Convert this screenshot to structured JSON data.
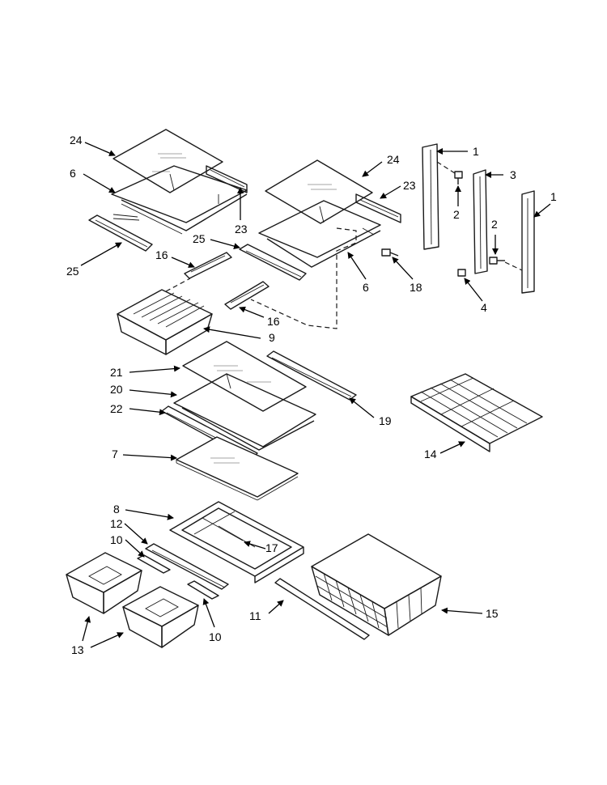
{
  "callouts": {
    "c24a": "24",
    "c6a": "6",
    "c23a": "23",
    "c25a": "25",
    "c24b": "24",
    "c23b": "23",
    "c25b": "25",
    "c6b": "6",
    "c18": "18",
    "c1a": "1",
    "c3": "3",
    "c2a": "2",
    "c1b": "1",
    "c2b": "2",
    "c4": "4",
    "c16a": "16",
    "c16b": "16",
    "c9": "9",
    "c21": "21",
    "c20": "20",
    "c22": "22",
    "c19": "19",
    "c14": "14",
    "c7": "7",
    "c8": "8",
    "c12": "12",
    "c10a": "10",
    "c17": "17",
    "c11": "11",
    "c15": "15",
    "c13": "13",
    "c10b": "10"
  }
}
